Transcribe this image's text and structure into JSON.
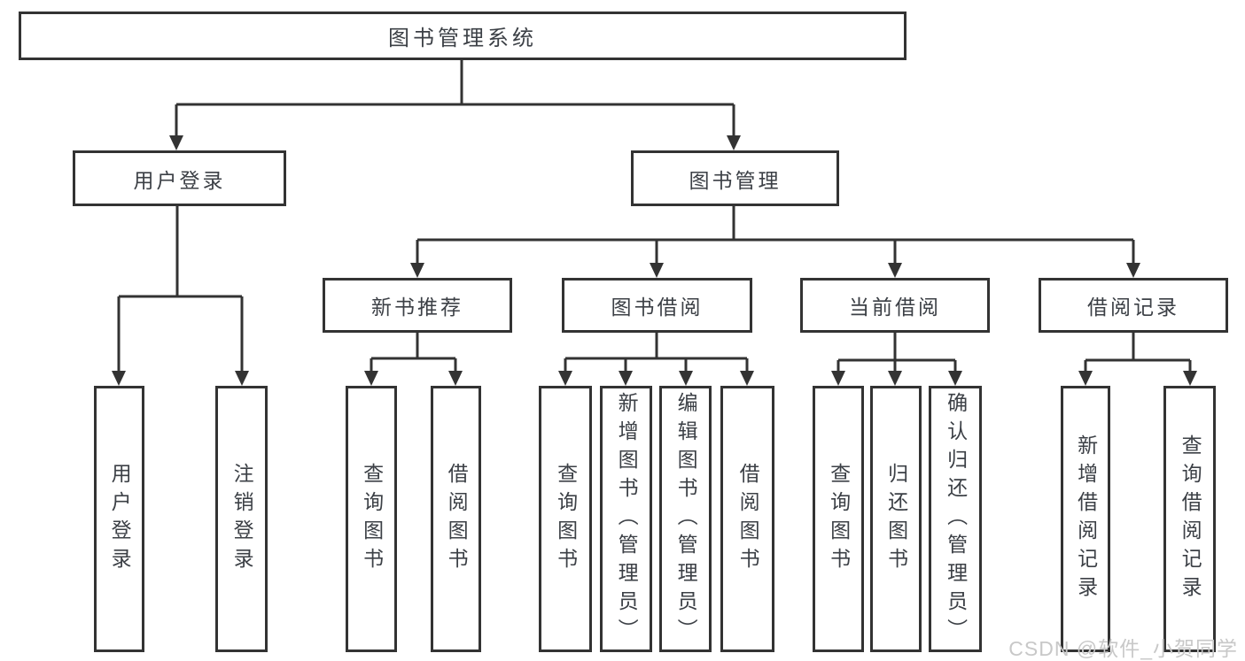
{
  "diagram": {
    "root": "图书管理系统",
    "nodes": {
      "user_login": "用户登录",
      "book_mgmt": "图书管理",
      "new_books": "新书推荐",
      "book_borrow": "图书借阅",
      "current_borrow": "当前借阅",
      "borrow_records": "借阅记录"
    },
    "leaves": {
      "user_login": [
        "用户登录",
        "注销登录"
      ],
      "new_books": [
        "查询图书",
        "借阅图书"
      ],
      "book_borrow": [
        "查询图书",
        "新增图书（管理员）",
        "编辑图书（管理员）",
        "借阅图书"
      ],
      "current_borrow": [
        "查询图书",
        "归还图书",
        "确认归还（管理员）"
      ],
      "borrow_records": [
        "新增借阅记录",
        "查询借阅记录"
      ]
    }
  },
  "watermark": "CSDN @软件_小贺同学",
  "colors": {
    "line": "#333333",
    "text": "#3c4046",
    "watermark": "#c8c8c8",
    "background": "#ffffff"
  }
}
